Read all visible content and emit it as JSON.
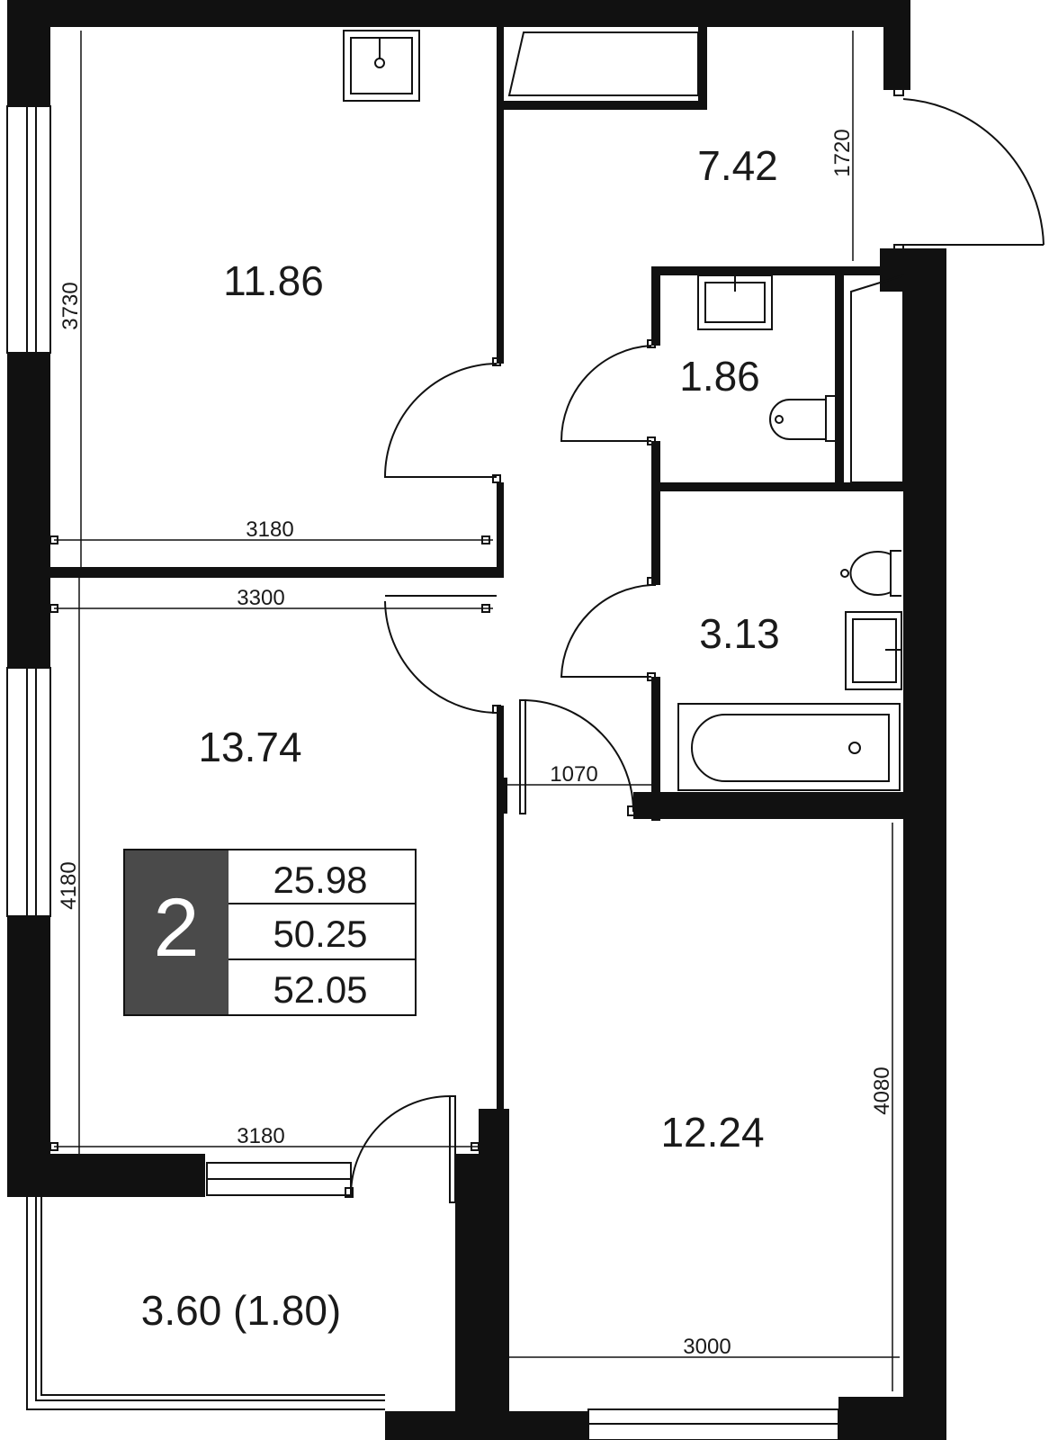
{
  "rooms": [
    {
      "id": "room-1",
      "area": "11.86"
    },
    {
      "id": "hall",
      "area": "7.42"
    },
    {
      "id": "wc",
      "area": "1.86"
    },
    {
      "id": "bath",
      "area": "3.13"
    },
    {
      "id": "room-2",
      "area": "13.74"
    },
    {
      "id": "room-3",
      "area": "12.24"
    },
    {
      "id": "balcony",
      "area": "3.60 (1.80)"
    }
  ],
  "dimensions": {
    "room1_height": "3730",
    "room1_width": "3180",
    "room2_width_top": "3300",
    "room2_height": "4180",
    "room2_width_bottom": "3180",
    "entrance_width": "1720",
    "door_width": "1070",
    "room3_height": "4080",
    "room3_width": "3000"
  },
  "summary": {
    "rooms_count": "2",
    "living_area": "25.98",
    "total_area": "50.25",
    "total_area_with_balcony": "52.05",
    "badge_color": "#4a4a4a"
  }
}
